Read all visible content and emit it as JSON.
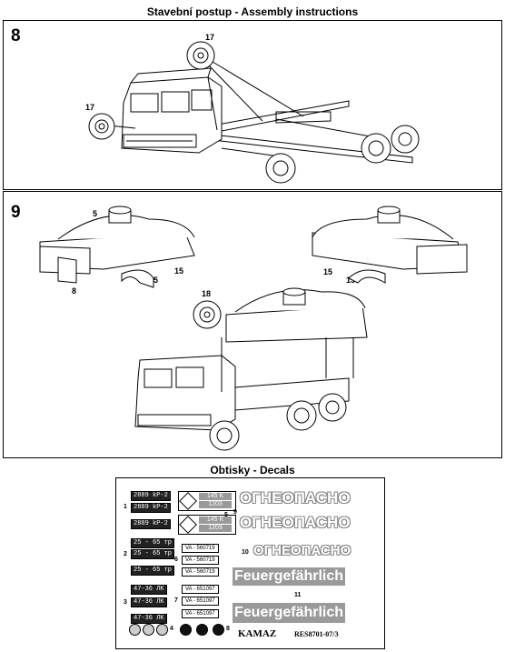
{
  "header": {
    "title": "Stavební postup - Assembly instructions"
  },
  "step8": {
    "number": "8",
    "callouts": [
      "17",
      "17"
    ]
  },
  "step9": {
    "number": "9",
    "callouts": [
      "5",
      "15",
      "15",
      "8",
      "15",
      "15",
      "18"
    ]
  },
  "decals": {
    "title": "Obtisky - Decals",
    "plates": {
      "group1": [
        "2889 kP-2",
        "2889 kP-2",
        "2889 kP-2"
      ],
      "group2": [
        "25 - 65 тр",
        "25 - 65 тр",
        "25 - 65 тр"
      ],
      "group3": [
        "47-36 ЛК",
        "47-36 ЛК",
        "47-36 ЛК"
      ]
    },
    "hazard_plates": [
      [
        "145 K",
        "1203"
      ],
      [
        "145 K",
        "1203"
      ]
    ],
    "va_codes": {
      "group6": [
        "VA - 560719",
        "VA - 560719",
        "VA - 560719"
      ],
      "group7": [
        "VA - 651097",
        "VA - 651097",
        "VA - 651097"
      ]
    },
    "ogneopasno": [
      "ОГНЕОПАСНО",
      "ОГНЕОПАСНО",
      "ОГНЕОПАСНО"
    ],
    "feuer": [
      "Feuergefährlich",
      "Feuergefährlich"
    ],
    "numbers": {
      "n1": "1",
      "n2": "2",
      "n3": "3",
      "n4": "4",
      "n5": "5",
      "n6": "6",
      "n7": "7",
      "n8": "8",
      "n9": "9",
      "n10": "10",
      "n11": "11"
    },
    "brand": "KAMAZ",
    "code": "RES8701-07/3"
  }
}
